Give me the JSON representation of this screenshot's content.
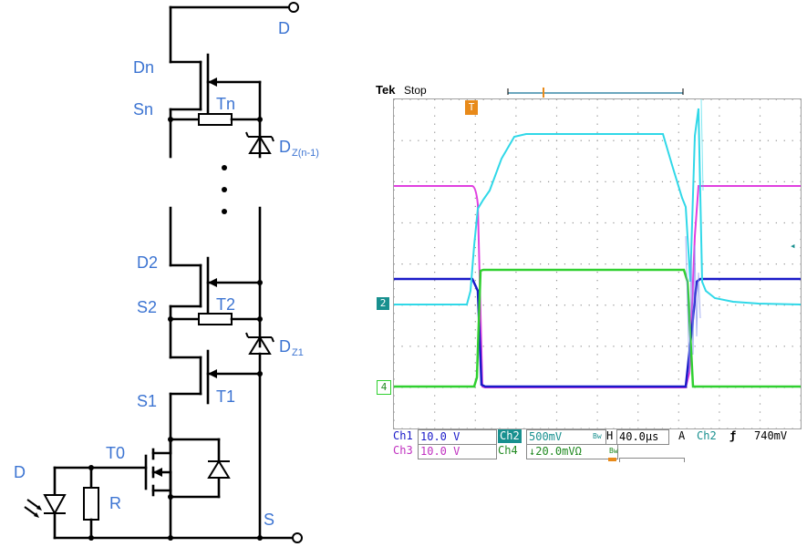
{
  "circuit": {
    "labels": {
      "d_top": "D",
      "dn": "Dn",
      "sn": "Sn",
      "tn": "Tn",
      "dz_n1": "D",
      "dz_n1_sub": "Z(n-1)",
      "d2": "D2",
      "s2": "S2",
      "t2": "T2",
      "dz1": "D",
      "dz1_sub": "Z1",
      "s1": "S1",
      "t1": "T1",
      "t0": "T0",
      "d_photo": "D",
      "r": "R",
      "s_bottom": "S"
    }
  },
  "scope": {
    "brand": "Tek",
    "state": "Stop",
    "trigger_marker": "T",
    "ch2_marker": "2",
    "ch4_marker": "4",
    "status": {
      "ch1_label": "Ch1",
      "ch1_value": "10.0 V",
      "ch2_label": "Ch2",
      "ch2_value": "500mV",
      "ch2_coupling": "Bw",
      "h_label": "H",
      "h_value": "40.0µs",
      "a_label": "A",
      "trig_src": "Ch2",
      "trig_slope": "ƒ",
      "trig_level": "740mV",
      "ch3_label": "Ch3",
      "ch3_value": "10.0 V",
      "ch4_label": "Ch4",
      "ch4_value": "↓20.0mVΩ",
      "ch4_coupling": "Bw"
    },
    "colors": {
      "ch1": "#1a1ac8",
      "ch2": "#30d8e8",
      "ch3": "#e040e0",
      "ch4": "#30d030",
      "trigger": "#e88a1a",
      "ch2_tag": "#18908f"
    }
  }
}
